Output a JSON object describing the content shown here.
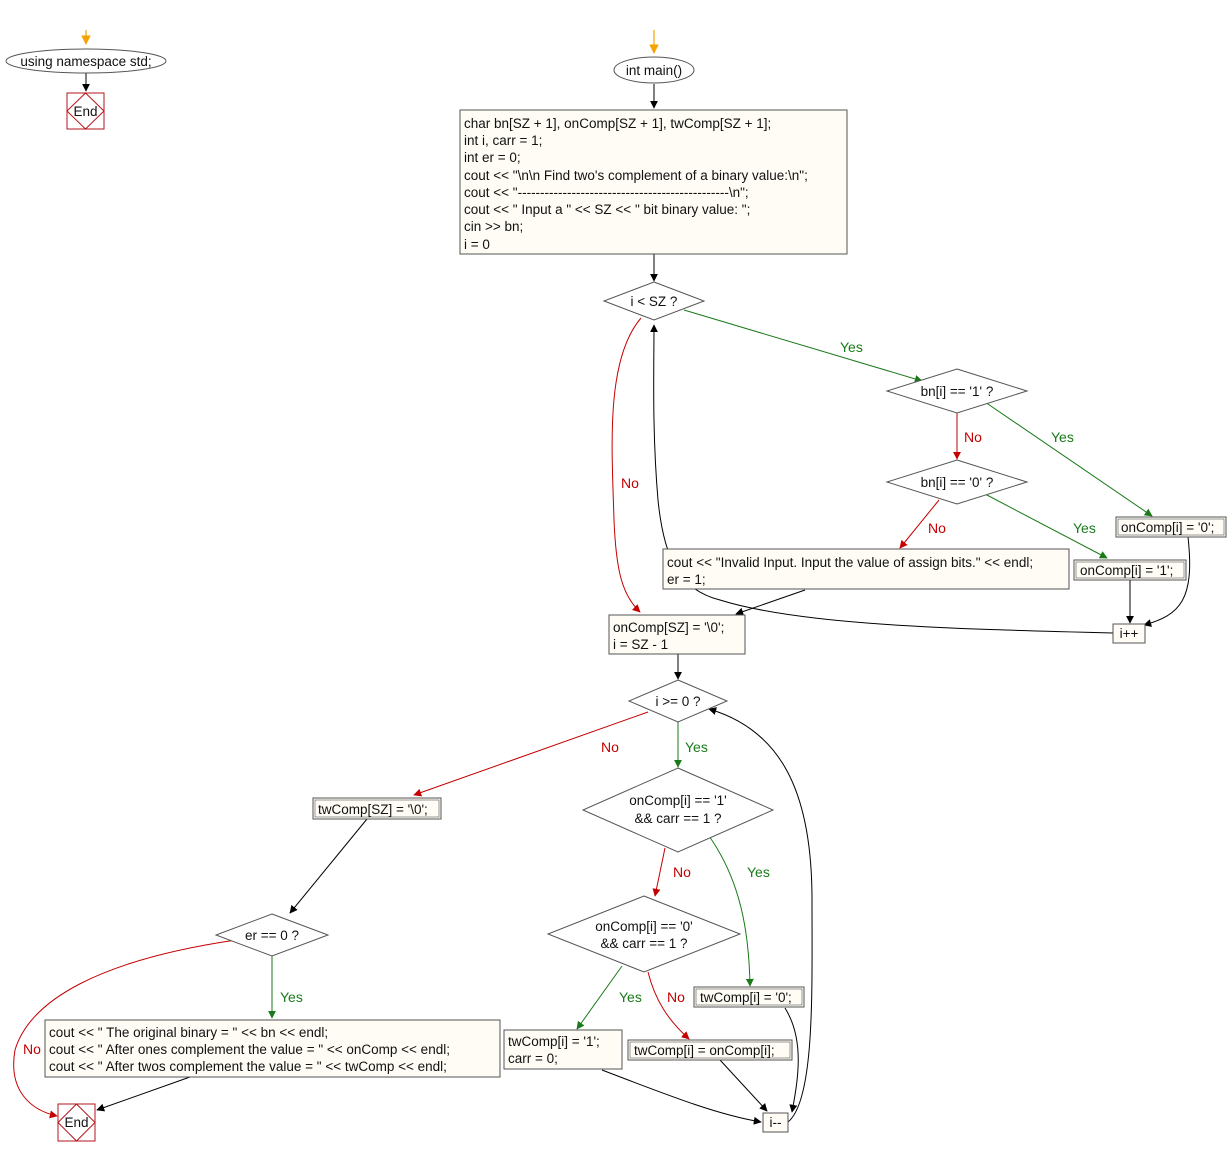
{
  "diagram": {
    "start_nodes": [
      {
        "id": "ns",
        "text": "using namespace std;"
      },
      {
        "id": "main",
        "text": "int main()"
      }
    ],
    "end_nodes": [
      {
        "id": "end1",
        "text": "End"
      },
      {
        "id": "end2",
        "text": "End"
      }
    ],
    "process_nodes": [
      {
        "id": "init",
        "lines": [
          "char bn[SZ + 1], onComp[SZ + 1], twComp[SZ + 1];",
          "int i, carr = 1;",
          "int er = 0;",
          "cout << \"\\n\\n Find two's complement of a binary value:\\n\";",
          "cout << \"-----------------------------------------------\\n\";",
          "cout << \" Input a \" << SZ << \" bit binary value: \";",
          "cin >> bn;",
          "i = 0"
        ]
      },
      {
        "id": "set0",
        "lines": [
          "onComp[i] = '0';"
        ]
      },
      {
        "id": "set1",
        "lines": [
          "onComp[i] = '1';"
        ]
      },
      {
        "id": "invalid",
        "lines": [
          "cout << \"Invalid Input. Input the value of assign bits.\" << endl;",
          "er = 1;"
        ]
      },
      {
        "id": "inc",
        "lines": [
          "i++"
        ]
      },
      {
        "id": "term",
        "lines": [
          "onComp[SZ] = '\\0';",
          "i = SZ - 1"
        ]
      },
      {
        "id": "twterm",
        "lines": [
          "twComp[SZ] = '\\0';"
        ]
      },
      {
        "id": "out",
        "lines": [
          "cout << \" The original binary = \" << bn << endl;",
          "cout << \" After ones complement the value = \" << onComp << endl;",
          "cout << \" After twos complement the value = \" << twComp << endl;"
        ]
      },
      {
        "id": "tw0",
        "lines": [
          "twComp[i] = '0';"
        ]
      },
      {
        "id": "tw1",
        "lines": [
          "twComp[i] = '1';",
          "carr = 0;"
        ]
      },
      {
        "id": "twcopy",
        "lines": [
          "twComp[i] = onComp[i];"
        ]
      },
      {
        "id": "dec",
        "lines": [
          "i--"
        ]
      }
    ],
    "decision_nodes": [
      {
        "id": "d_loop1",
        "lines": [
          "i < SZ ?"
        ]
      },
      {
        "id": "d_bn1",
        "lines": [
          "bn[i] == '1' ?"
        ]
      },
      {
        "id": "d_bn0",
        "lines": [
          "bn[i] == '0' ?"
        ]
      },
      {
        "id": "d_loop2",
        "lines": [
          "i >= 0 ?"
        ]
      },
      {
        "id": "d_on1",
        "lines": [
          "onComp[i] == '1'",
          "&& carr == 1 ?"
        ]
      },
      {
        "id": "d_on0",
        "lines": [
          "onComp[i] == '0'",
          "&& carr == 1 ?"
        ]
      },
      {
        "id": "d_er",
        "lines": [
          "er == 0 ?"
        ]
      }
    ],
    "edge_labels": [
      {
        "id": "l1",
        "text": "Yes",
        "kind": "yes"
      },
      {
        "id": "l2",
        "text": "No",
        "kind": "no"
      },
      {
        "id": "l3",
        "text": "Yes",
        "kind": "yes"
      },
      {
        "id": "l4",
        "text": "No",
        "kind": "no"
      },
      {
        "id": "l5",
        "text": "Yes",
        "kind": "yes"
      },
      {
        "id": "l6",
        "text": "No",
        "kind": "no"
      },
      {
        "id": "l7",
        "text": "No",
        "kind": "no"
      },
      {
        "id": "l8",
        "text": "Yes",
        "kind": "yes"
      },
      {
        "id": "l9",
        "text": "No",
        "kind": "no"
      },
      {
        "id": "l10",
        "text": "Yes",
        "kind": "yes"
      },
      {
        "id": "l11",
        "text": "Yes",
        "kind": "yes"
      },
      {
        "id": "l12",
        "text": "No",
        "kind": "no"
      },
      {
        "id": "l13",
        "text": "Yes",
        "kind": "yes"
      },
      {
        "id": "l14",
        "text": "No",
        "kind": "no"
      }
    ],
    "colors": {
      "box_fill": "#fffcf5",
      "border": "#555555",
      "end_border": "#b5161d",
      "start_marker": "#f5a300",
      "yes": "#1a7a1a",
      "no": "#c40000",
      "edge": "#000000"
    }
  }
}
